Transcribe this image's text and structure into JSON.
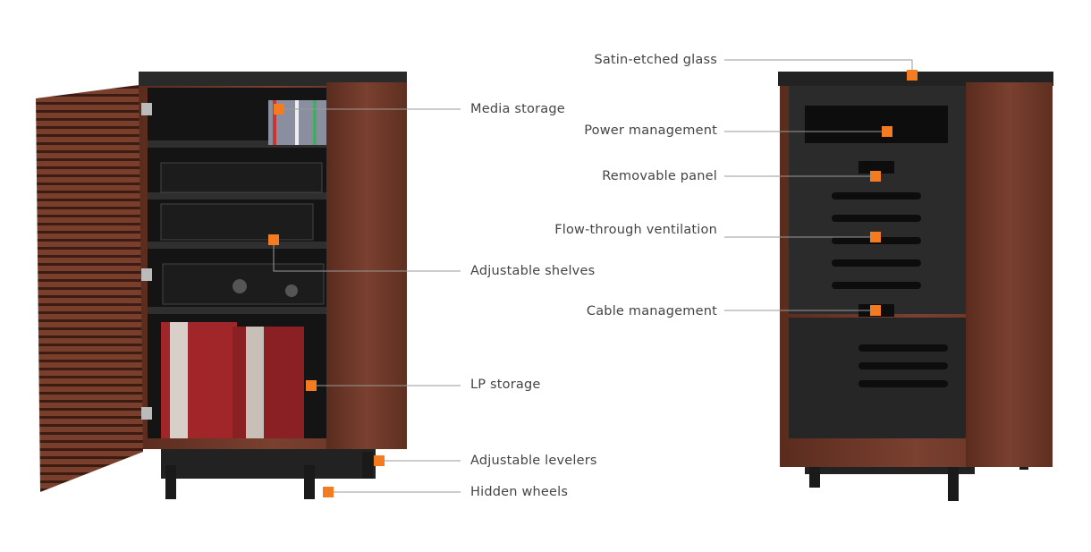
{
  "colors": {
    "marker": "#f47b20",
    "wood": "#6b3525",
    "black": "#1e1e1e",
    "line": "#9a9a9a",
    "text": "#444444"
  },
  "left_callouts": [
    {
      "label": "Media storage"
    },
    {
      "label": "Adjustable shelves"
    },
    {
      "label": "LP storage"
    },
    {
      "label": "Adjustable levelers"
    },
    {
      "label": "Hidden wheels"
    }
  ],
  "right_callouts": [
    {
      "label": "Satin-etched glass"
    },
    {
      "label": "Power management"
    },
    {
      "label": "Removable panel"
    },
    {
      "label": "Flow-through ventilation"
    },
    {
      "label": "Cable management"
    }
  ]
}
